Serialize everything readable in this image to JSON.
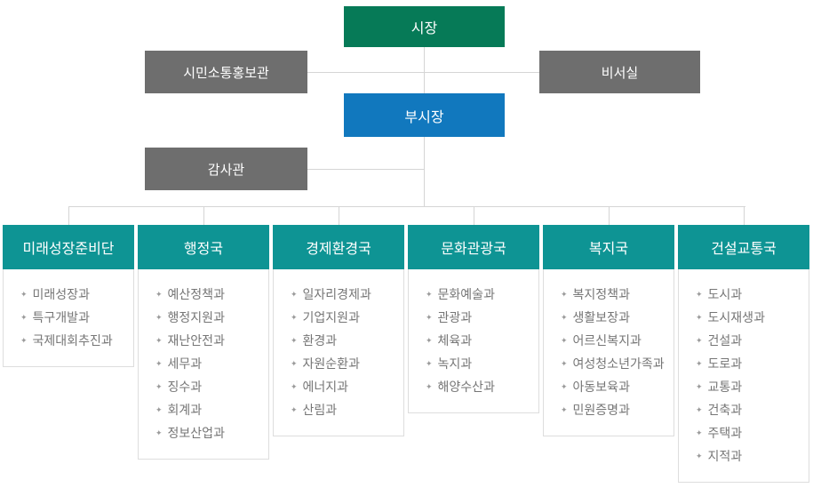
{
  "nodes": {
    "mayor": "시장",
    "deputy_mayor": "부시장",
    "pr_officer": "시민소통홍보관",
    "secretariat": "비서실",
    "auditor": "감사관"
  },
  "bullet": "✦",
  "departments": [
    {
      "name": "미래성장준비단",
      "items": [
        "미래성장과",
        "특구개발과",
        "국제대회추진과"
      ]
    },
    {
      "name": "행정국",
      "items": [
        "예산정책과",
        "행정지원과",
        "재난안전과",
        "세무과",
        "징수과",
        "회계과",
        "정보산업과"
      ]
    },
    {
      "name": "경제환경국",
      "items": [
        "일자리경제과",
        "기업지원과",
        "환경과",
        "자원순환과",
        "에너지과",
        "산림과"
      ]
    },
    {
      "name": "문화관광국",
      "items": [
        "문화예술과",
        "관광과",
        "체육과",
        "녹지과",
        "해양수산과"
      ]
    },
    {
      "name": "복지국",
      "items": [
        "복지정책과",
        "생활보장과",
        "어르신복지과",
        "여성청소년가족과",
        "아동보육과",
        "민원증명과"
      ]
    },
    {
      "name": "건설교통국",
      "items": [
        "도시과",
        "도시재생과",
        "건설과",
        "도로과",
        "교통과",
        "건축과",
        "주택과",
        "지적과"
      ]
    }
  ],
  "colors": {
    "mayor_bg": "#067a57",
    "deputy_mayor_bg": "#1178be",
    "staff_bg": "#6e6e6e",
    "dept_header_bg": "#0e9494",
    "connector_line": "#d5d5d5",
    "item_text": "#767676",
    "body_border": "#dddddd"
  }
}
